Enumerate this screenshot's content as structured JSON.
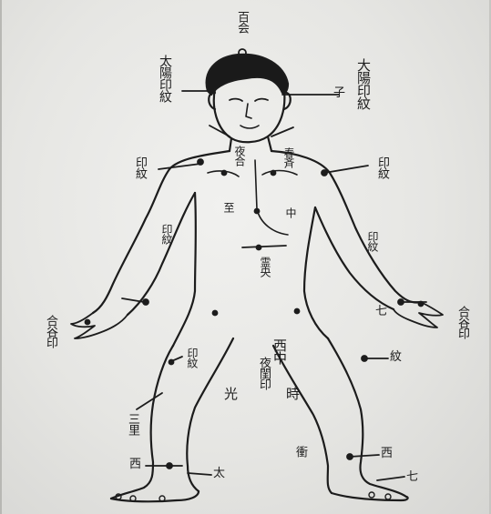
{
  "labels": {
    "crown": "百会",
    "ear_left": "太陽印紋",
    "ear_right": "大陽印紋",
    "ear_mark": "子",
    "shoulder_left": "印紋",
    "shoulder_right": "印紋",
    "chest_upper": "春斉",
    "chest_mid": "至",
    "belly": "中",
    "belly_lower": "夜合",
    "navel": "霊央",
    "hip_left": "印紋",
    "hip_right": "印紋",
    "hand_left": "合谷印",
    "hand_right": "合谷印",
    "hand_right_mark": "七",
    "groin_center": "西中",
    "genital": "夜閨印",
    "thigh_left": "光",
    "thigh_right": "時",
    "knee_left": "印紋",
    "knee_right": "紋",
    "calf_left": "三里",
    "ankle_left": "西",
    "ankle_right": "西",
    "foot_left": "太",
    "foot_right": "衝",
    "foot_right_mark": "七"
  }
}
